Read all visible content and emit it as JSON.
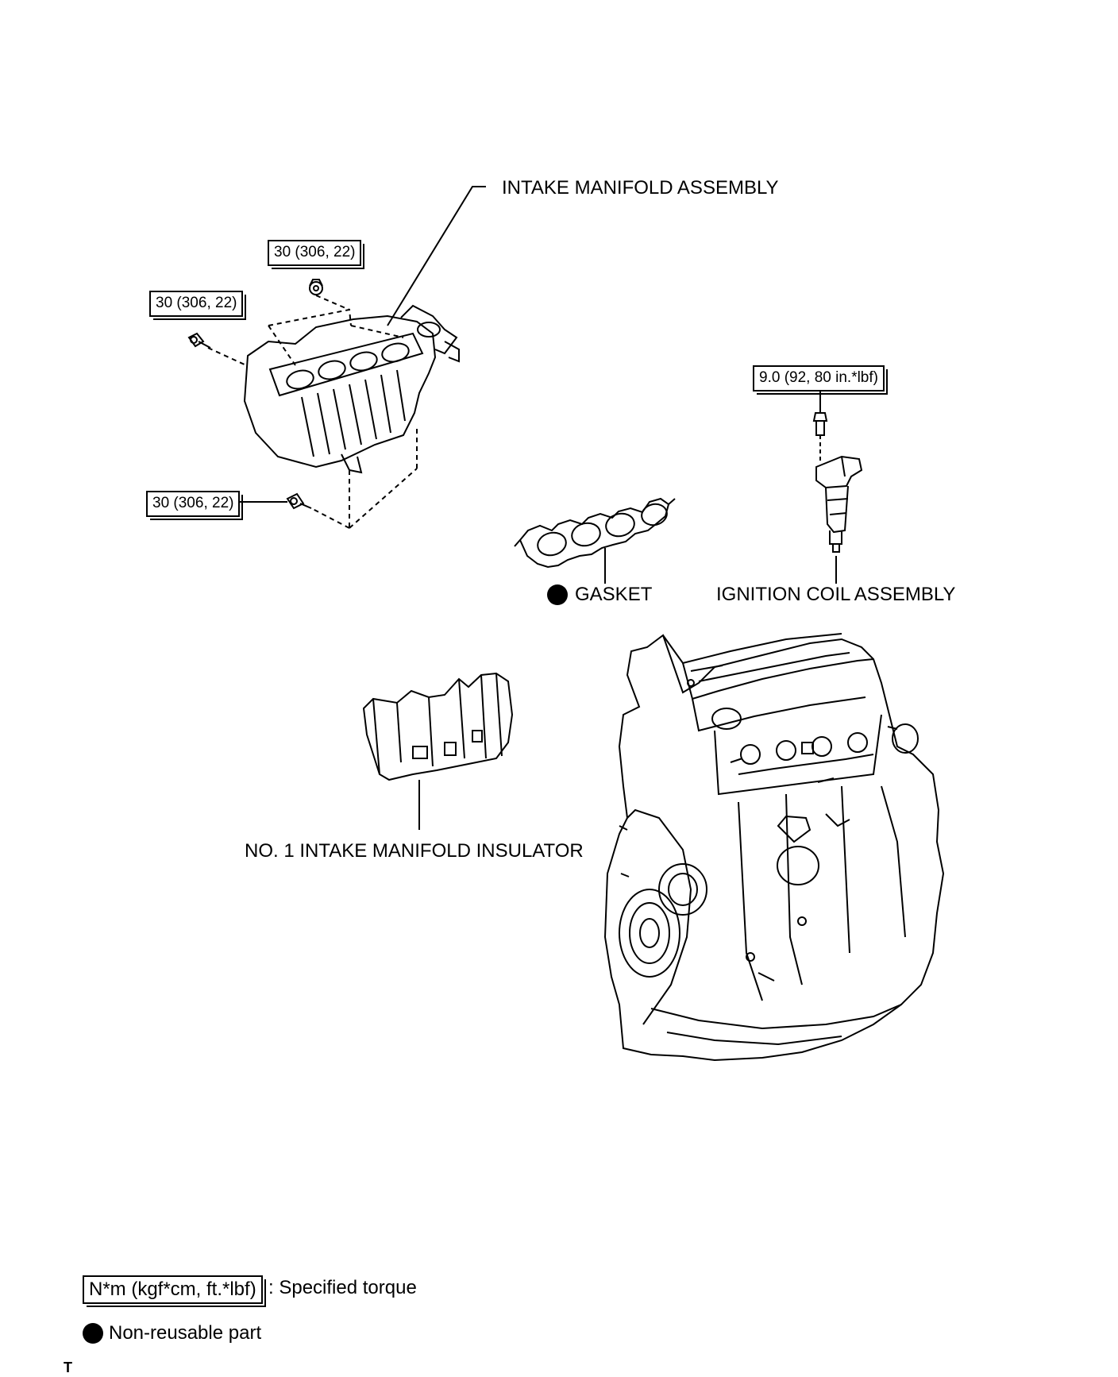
{
  "labels": {
    "intake_manifold": "INTAKE MANIFOLD ASSEMBLY",
    "gasket": "GASKET",
    "ignition_coil": "IGNITION COIL ASSEMBLY",
    "insulator": "NO. 1 INTAKE MANIFOLD INSULATOR"
  },
  "torques": {
    "manifold_top": "30 (306, 22)",
    "manifold_left": "30 (306, 22)",
    "manifold_bottom": "30 (306, 22)",
    "coil_bolt": "9.0 (92, 80 in.*lbf)"
  },
  "legend": {
    "torque_unit": "N*m (kgf*cm, ft.*lbf)",
    "torque_desc": ": Specified torque",
    "nonreusable_desc": "Non-reusable part"
  },
  "footer": {
    "corner_mark": "T"
  },
  "colors": {
    "ink": "#000000",
    "paper": "#ffffff"
  }
}
